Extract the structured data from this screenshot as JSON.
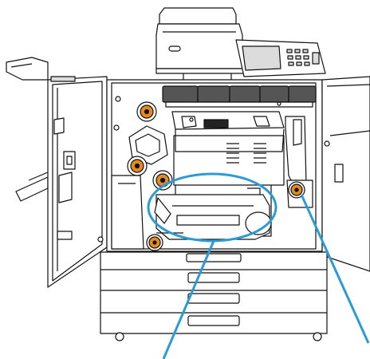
{
  "figure": {
    "subject": "printer-front-doors-open",
    "highlight_color": "#2b9bd6",
    "knob_color": "#e58a1f",
    "line_color": "#111111"
  },
  "callouts": [
    {
      "name": "transfer-drum-area",
      "label": ""
    },
    {
      "name": "orange-release-knob",
      "label": ""
    }
  ]
}
